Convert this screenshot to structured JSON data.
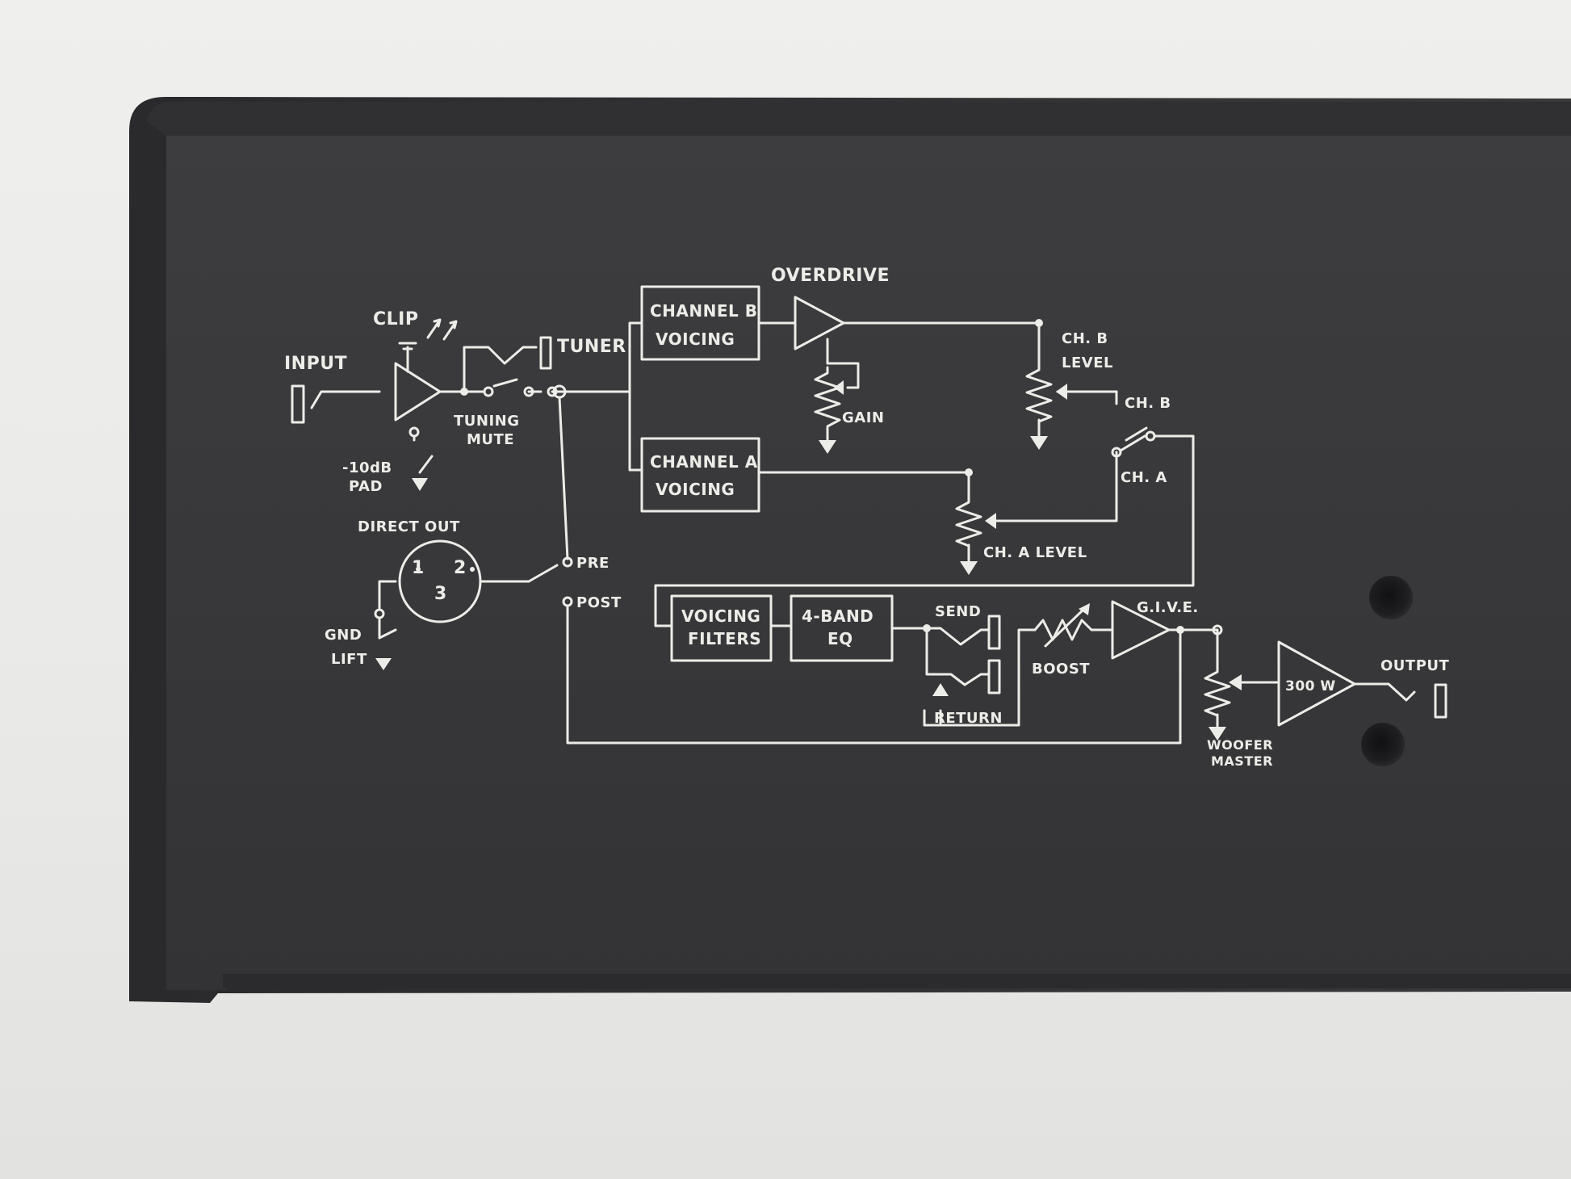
{
  "colors": {
    "background": "#ecebe9",
    "panel": "#3a3a3c",
    "panel_edge": "#2c2c2e",
    "print": "#ecece8",
    "hole": "#1c1c1e"
  },
  "labels": {
    "input": "INPUT",
    "clip": "CLIP",
    "tuner": "TUNER",
    "tuning": "TUNING",
    "mute": "MUTE",
    "pad_top": "-10dB",
    "pad_bottom": "PAD",
    "direct_out": "DIRECT OUT",
    "pin1": "1",
    "pin2": "2",
    "pin3": "3",
    "gnd": "GND",
    "lift": "LIFT",
    "pre": "PRE",
    "post": "POST",
    "overdrive": "OVERDRIVE",
    "gain": "GAIN",
    "chb_level_top": "CH. B",
    "chb_level_bottom": "LEVEL",
    "chb": "CH. B",
    "cha": "CH. A",
    "cha_level": "CH. A LEVEL",
    "send": "SEND",
    "return": "RETURN",
    "boost": "BOOST",
    "give": "G.I.V.E.",
    "output": "OUTPUT",
    "woofer": "WOOFER",
    "master": "MASTER",
    "amp_power": "300 W"
  },
  "blocks": {
    "channel_b": [
      "CHANNEL B",
      "VOICING"
    ],
    "channel_a": [
      "CHANNEL A",
      "VOICING"
    ],
    "voicing_filters": [
      "VOICING",
      "FILTERS"
    ],
    "eq": [
      "4-BAND",
      "EQ"
    ]
  }
}
